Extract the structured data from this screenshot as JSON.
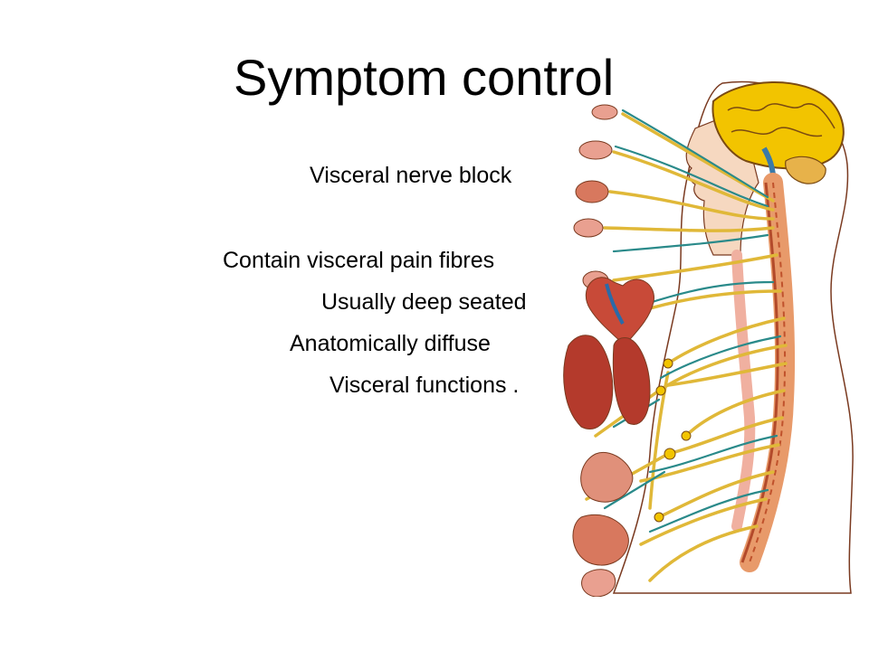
{
  "slide": {
    "title": "Symptom control",
    "subtitle": "Visceral nerve block",
    "bullets": [
      "Contain visceral pain fibres",
      "Usually deep seated",
      "Anatomically diffuse",
      "Visceral functions ."
    ]
  },
  "illustration": {
    "icon": "nervous-system-anatomy-illustration",
    "colors": {
      "brain": "#f2c400",
      "brain_outline": "#7a4a12",
      "spine": "#e89a6a",
      "nerve": "#e0b838",
      "vessel": "#2a8a8a",
      "organ": "#c84a38",
      "skin": "#f4c8a8",
      "body_outline": "#7a3a20"
    }
  }
}
